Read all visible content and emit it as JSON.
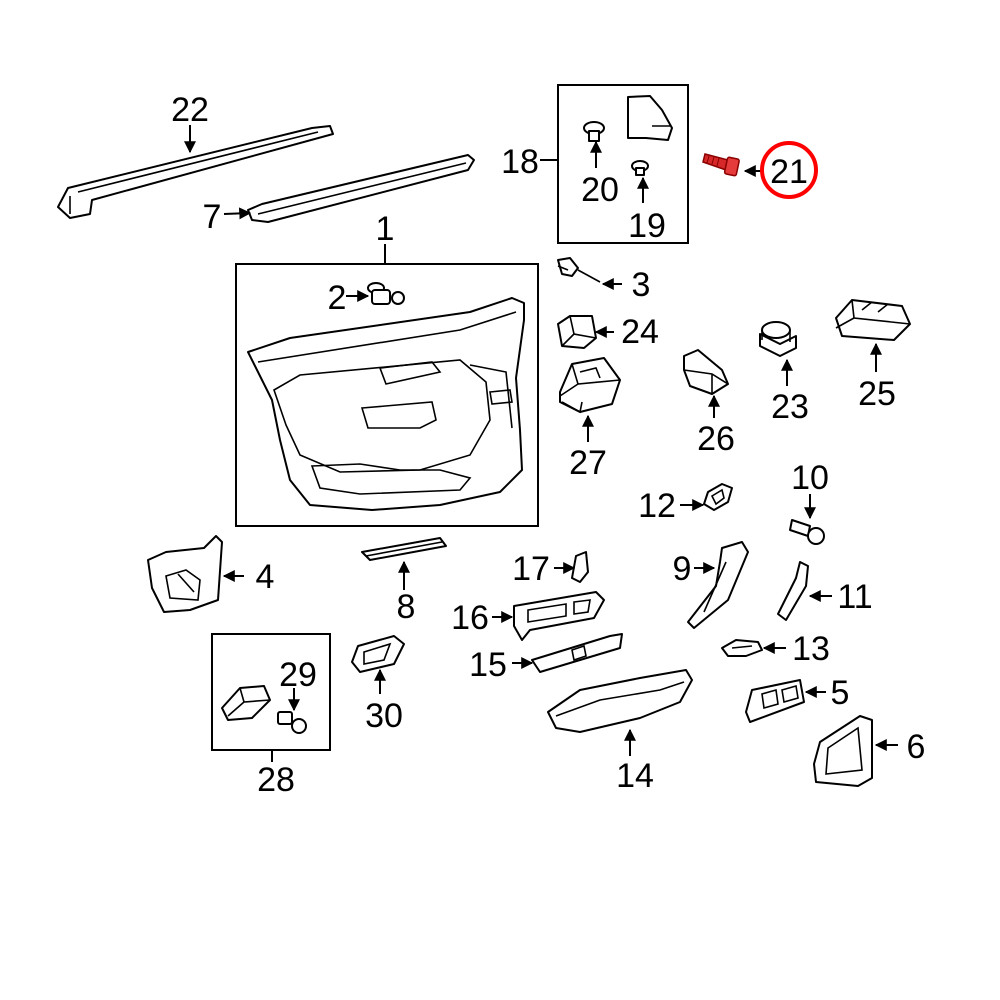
{
  "diagram": {
    "highlight_color": "#ff0000",
    "highlighted_part": "21",
    "callouts": {
      "c1": "1",
      "c2": "2",
      "c3": "3",
      "c4": "4",
      "c5": "5",
      "c6": "6",
      "c7": "7",
      "c8": "8",
      "c9": "9",
      "c10": "10",
      "c11": "11",
      "c12": "12",
      "c13": "13",
      "c14": "14",
      "c15": "15",
      "c16": "16",
      "c17": "17",
      "c18": "18",
      "c19": "19",
      "c20": "20",
      "c21": "21",
      "c22": "22",
      "c23": "23",
      "c24": "24",
      "c25": "25",
      "c26": "26",
      "c27": "27",
      "c28": "28",
      "c29": "29",
      "c30": "30"
    }
  }
}
